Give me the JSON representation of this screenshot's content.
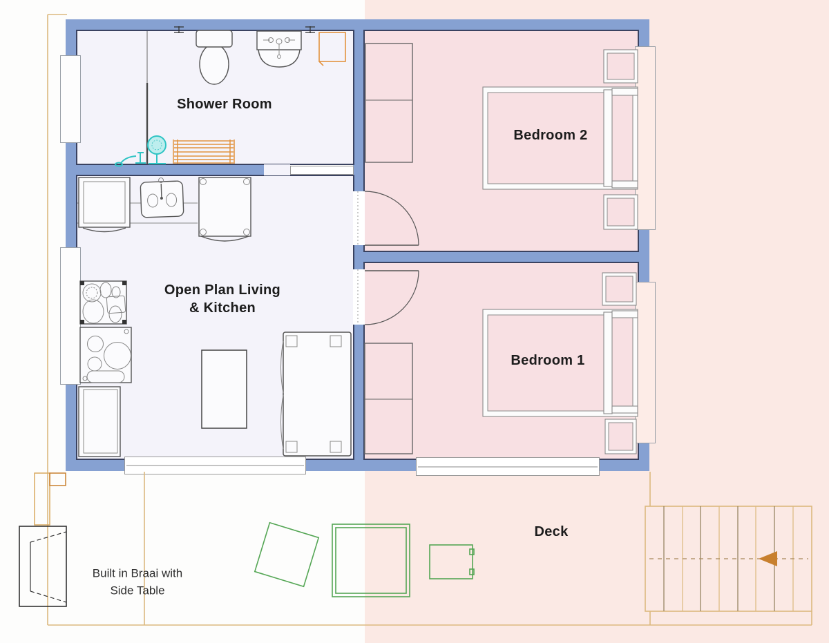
{
  "page": {
    "background": "#fdfdfc",
    "description_domain": "floor-plan"
  },
  "colors": {
    "page_bg": "#fdfdfc",
    "wall": "#86a1d2",
    "wall_edge": "#3a4260",
    "floor_cool": "#f4f3fa",
    "floor_pink": "#f8e0e3",
    "overlay_pink": "#fbe9e4",
    "window_pink": "#fdece7",
    "accent_orange": "#e2933f",
    "accent_teal": "#2fc4c4",
    "accent_green": "#54a654",
    "deck_line": "#dcb97e",
    "stair_dark": "#8f7d58",
    "arrow_orange": "#c8802e",
    "ink": "#1c1c1c",
    "line_dark": "#555555"
  },
  "labels": {
    "shower_room": "Shower Room",
    "living_line1": "Open Plan Living",
    "living_line2": "& Kitchen",
    "bedroom_2": "Bedroom 2",
    "bedroom_1": "Bedroom 1",
    "deck": "Deck",
    "braai_line1": "Built in Braai with",
    "braai_line2": "Side Table"
  },
  "rooms": [
    {
      "id": "shower-room",
      "label": "Shower Room"
    },
    {
      "id": "open-plan-living-kitchen",
      "label": "Open Plan Living & Kitchen"
    },
    {
      "id": "bedroom-2",
      "label": "Bedroom 2"
    },
    {
      "id": "bedroom-1",
      "label": "Bedroom 1"
    },
    {
      "id": "deck",
      "label": "Deck"
    }
  ],
  "fixtures": [
    "toilet",
    "wash-basin",
    "shower-set",
    "shower-screen",
    "bench",
    "storage-box",
    "washing-machine",
    "kitchen-sink",
    "armchair",
    "prep-counter",
    "stove",
    "fridge",
    "coffee-table",
    "sofa",
    "wardrobe-bedroom-2",
    "bed-bedroom-2",
    "nightstands-bedroom-2",
    "wardrobe-bedroom-1",
    "bed-bedroom-1",
    "nightstands-bedroom-1",
    "sliding-door-living",
    "sliding-door-bedroom-1",
    "door-bedroom-1",
    "door-bedroom-2",
    "braai",
    "deck-chairs",
    "deck-table",
    "stairs",
    "stairs-direction-arrow"
  ]
}
